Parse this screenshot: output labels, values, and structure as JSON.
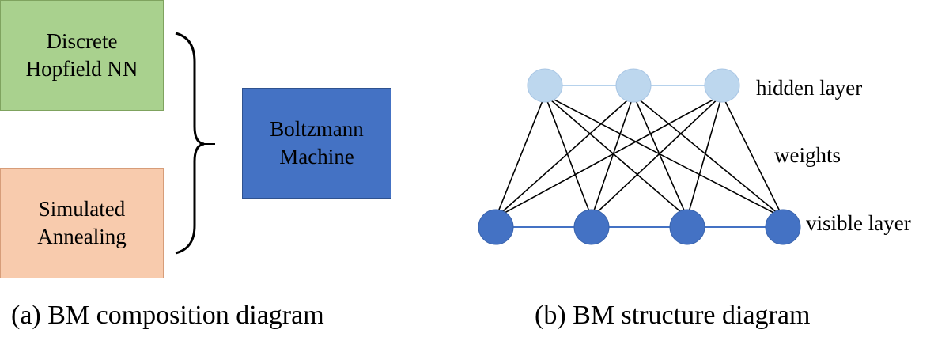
{
  "composition": {
    "boxes": [
      {
        "id": "hopfield",
        "lines": [
          "Discrete",
          "Hopfield NN"
        ],
        "color": "#a9d18e"
      },
      {
        "id": "annealing",
        "lines": [
          "Simulated",
          "Annealing"
        ],
        "color": "#f8cbad"
      },
      {
        "id": "boltzmann",
        "lines": [
          "Boltzmann",
          "Machine"
        ],
        "color": "#4472c4"
      }
    ],
    "caption": "(a) BM composition diagram"
  },
  "structure": {
    "hidden_layer_label": "hidden layer",
    "weights_label": "weights",
    "visible_layer_label": "visible layer",
    "hidden_units": 3,
    "visible_units": 4,
    "hidden_color": "#bdd7ee",
    "visible_color": "#4472c4",
    "caption": "(b) BM structure diagram"
  }
}
